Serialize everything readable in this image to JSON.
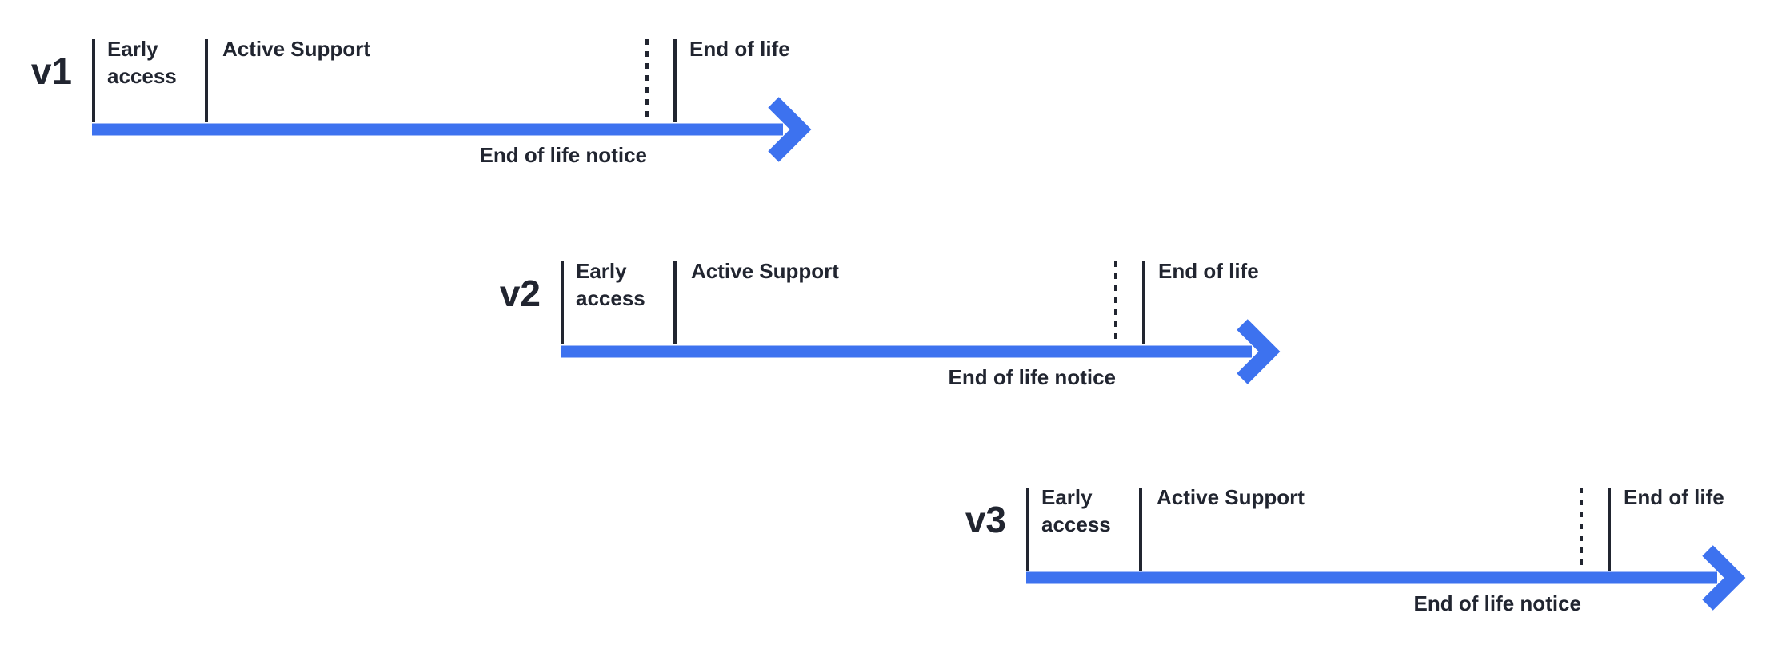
{
  "diagram": {
    "title": "version lifecycle timelines",
    "colors": {
      "arrow_blue": "#3d72ef",
      "line_dark": "#212530",
      "text_dark": "#212530",
      "background": "#ffffff"
    }
  },
  "timelines": [
    {
      "version": "v1",
      "early_access": "Early access",
      "active_support": "Active Support",
      "end_of_life": "End of life",
      "end_of_life_notice": "End of life notice"
    },
    {
      "version": "v2",
      "early_access": "Early access",
      "active_support": "Active Support",
      "end_of_life": "End of life",
      "end_of_life_notice": "End of life notice"
    },
    {
      "version": "v3",
      "early_access": "Early access",
      "active_support": "Active Support",
      "end_of_life": "End of life",
      "end_of_life_notice": "End of life notice"
    }
  ]
}
